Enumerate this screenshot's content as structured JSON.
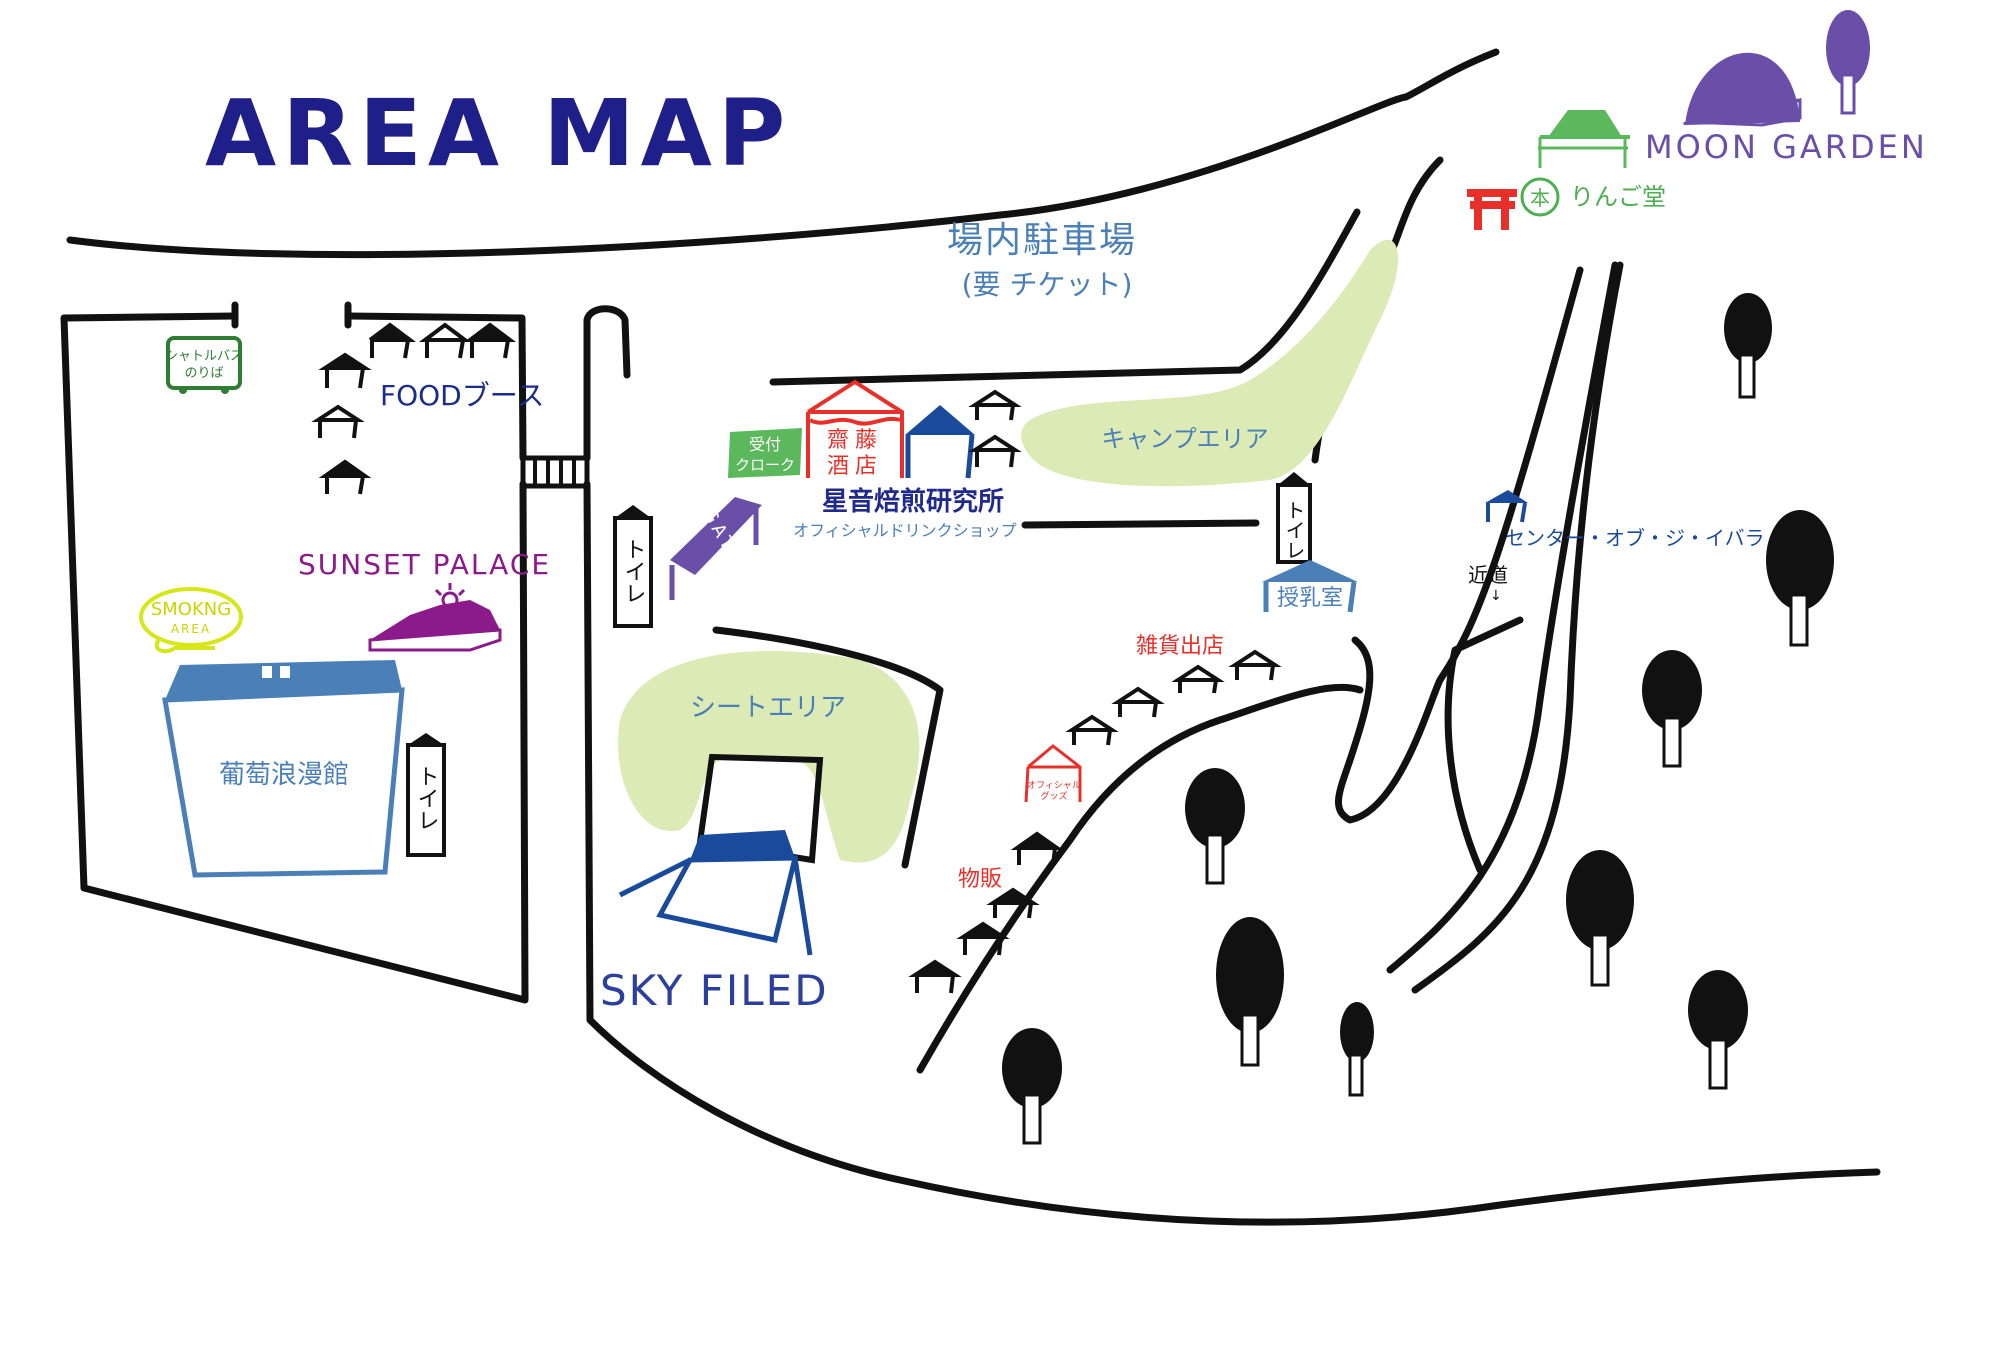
{
  "title": "AREA MAP",
  "colors": {
    "navy": "#1f2a8c",
    "blue": "#4a7fb8",
    "red": "#e8302a",
    "green": "#4caf50",
    "darkgreen": "#2e7d32",
    "purple": "#8b1a8b",
    "violet": "#6a4ea8",
    "yellow": "#d6e619",
    "lawn": "#dcebb5"
  },
  "labels": {
    "shuttle_bus_line1": "シャトルバス",
    "shuttle_bus_line2": "のりば",
    "food_booth": "FOODブース",
    "sunset_palace": "SUNSET PALACE",
    "smoking_line1": "SMOKNG",
    "smoking_line2": "AREA",
    "budou_roman_kan": "葡萄浪漫館",
    "toilet": "トイレ",
    "reception_line1": "受付",
    "reception_line2": "クローク",
    "saito_line1": "齋藤",
    "saito_line2": "酒店",
    "hoshine": "星音焙煎研究所",
    "official_drink": "オフィシャルドリンクショップ",
    "gate": "GATE",
    "parking": "場内駐車場",
    "parking_note": "(要 チケット)",
    "camp_area": "キャンプエリア",
    "seat_area": "シートエリア",
    "sky_field": "SKY FILED",
    "nursing_room": "授乳室",
    "center_of_ibara": "センター・オブ・ジ・イバラ",
    "shortcut": "近道",
    "zakka": "雑貨出店",
    "official_goods_line1": "オフィシャル",
    "official_goods_line2": "グッズ",
    "merch": "物販",
    "moon_garden": "MOON GARDEN",
    "ringodo": "りんご堂",
    "hon_mark": "本"
  }
}
